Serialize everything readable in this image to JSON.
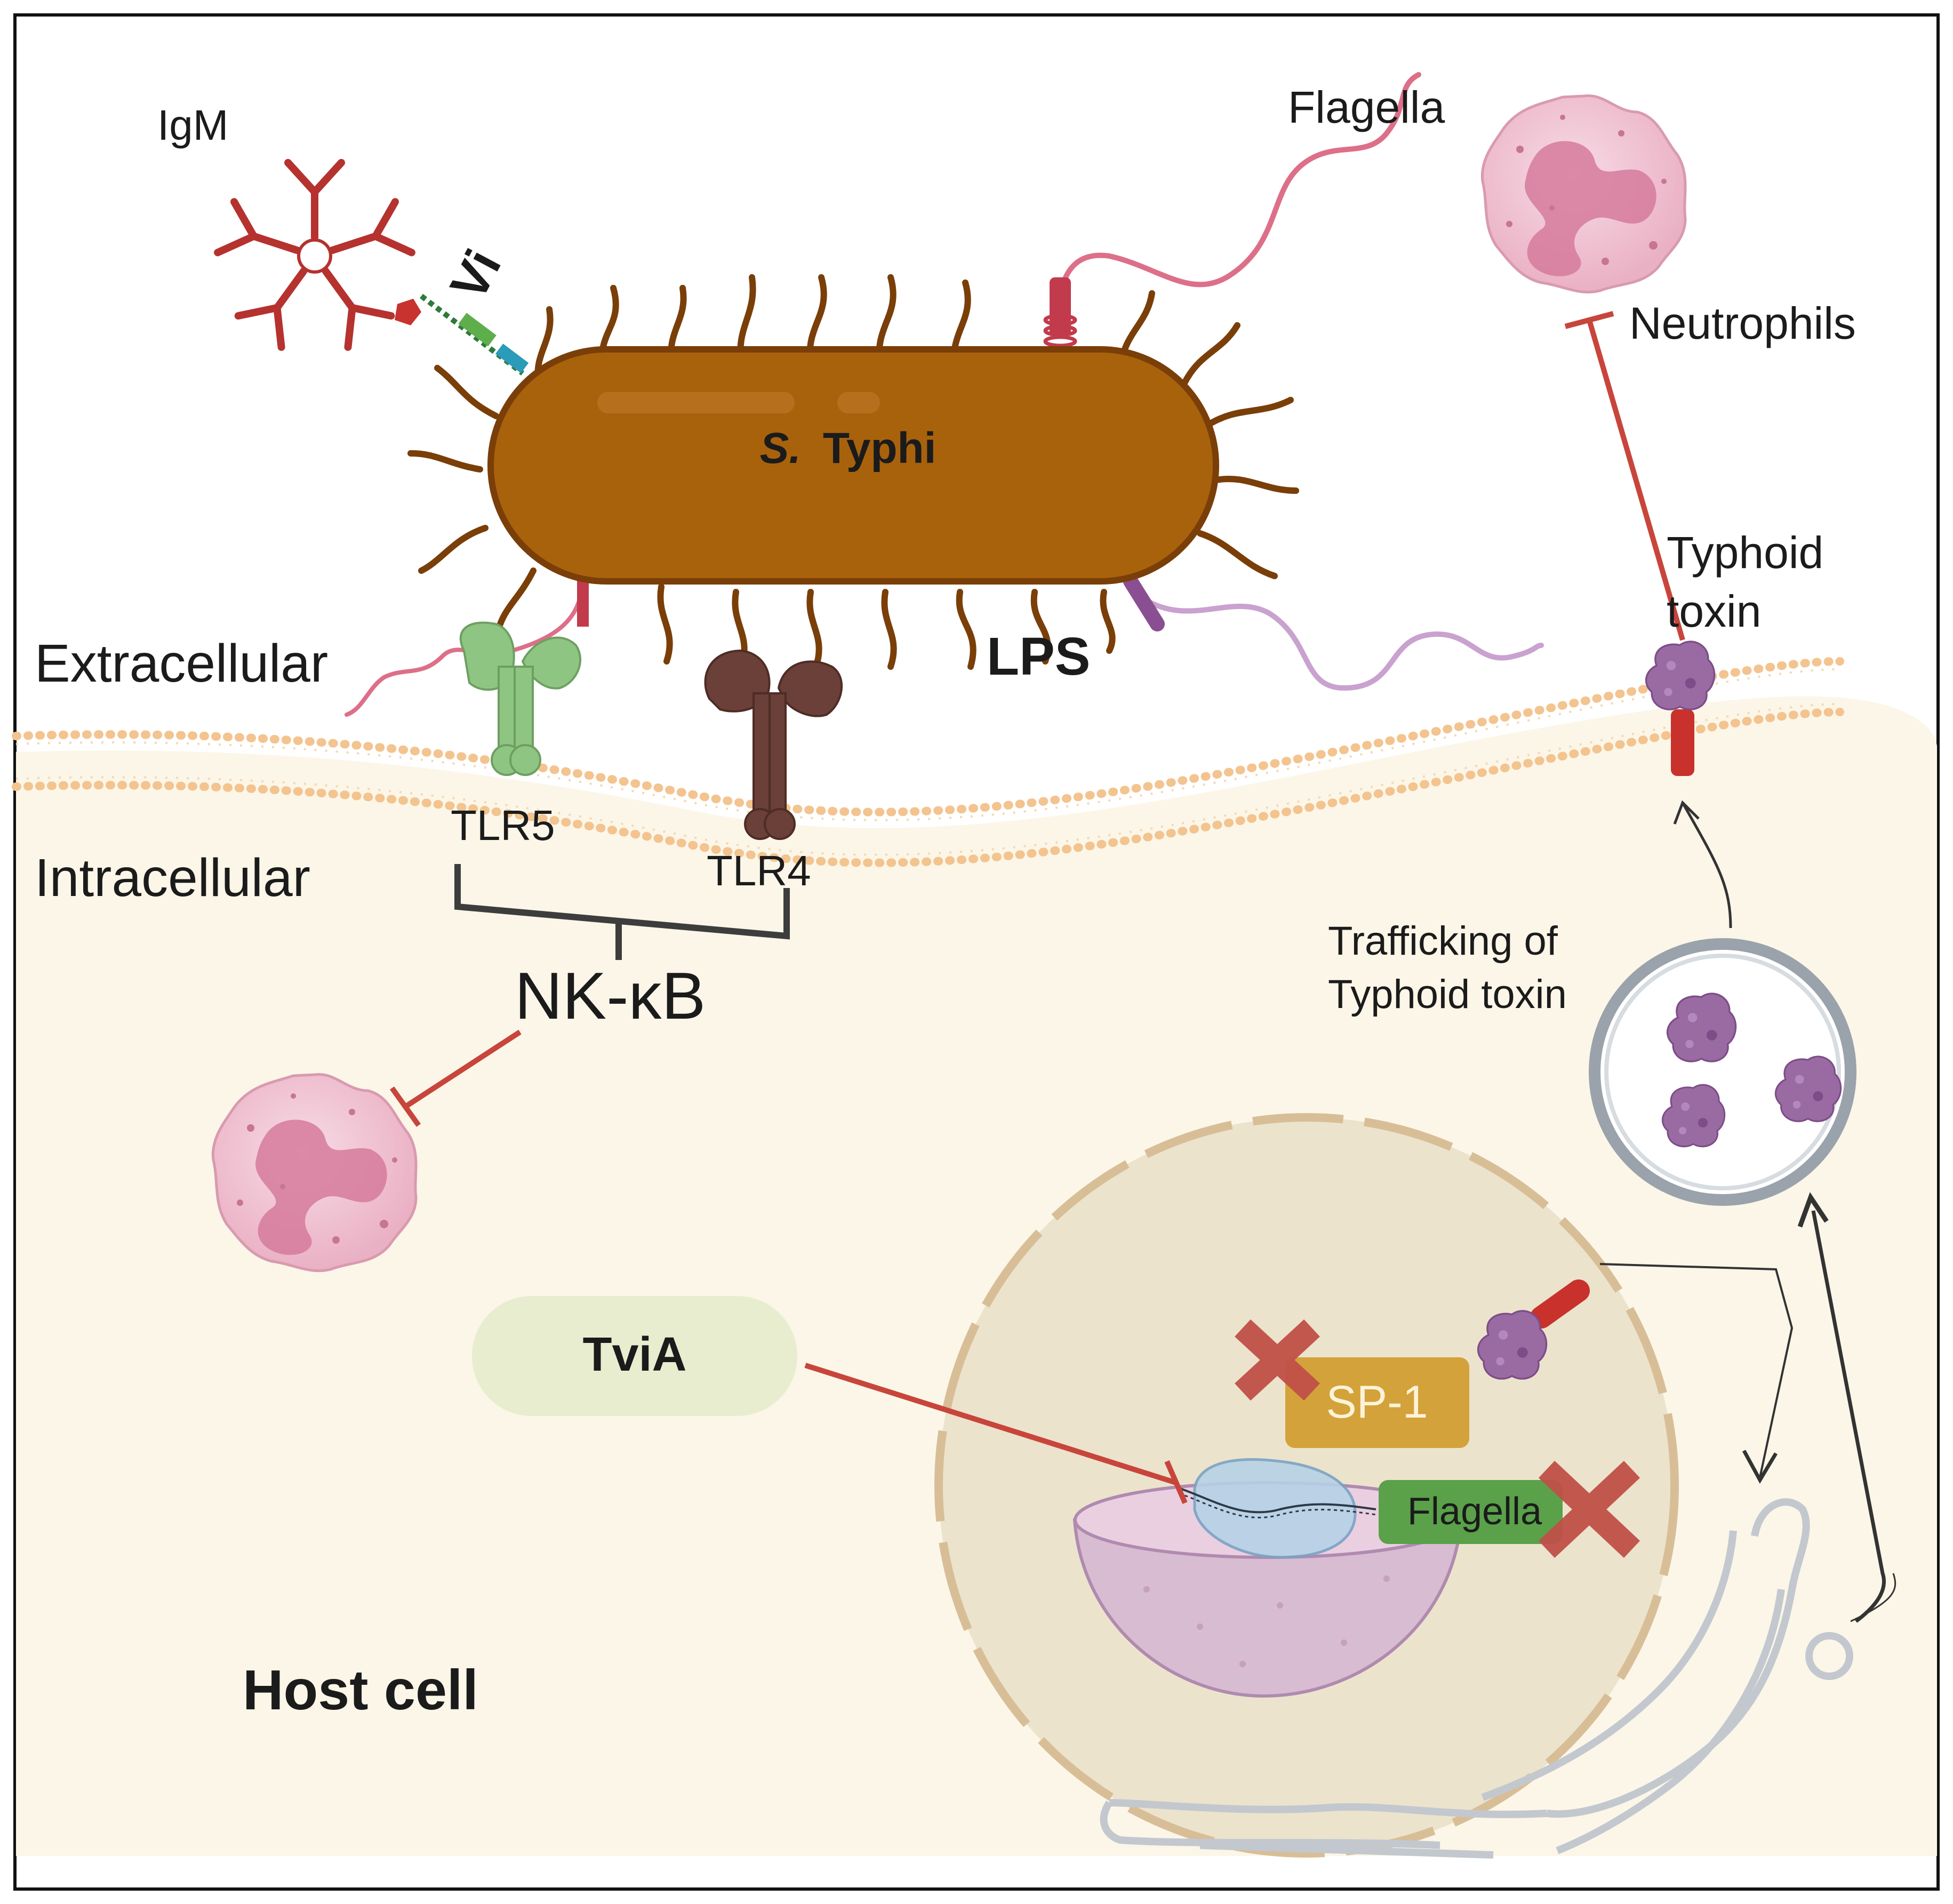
{
  "labels": {
    "igm": "IgM",
    "vi": "Vi",
    "bacterium": "S. Typhi",
    "bacterium_genus": "S.",
    "bacterium_species": "Typhi",
    "flagella_top": "Flagella",
    "neutrophils": "Neutrophils",
    "typhoid_toxin_line1": "Typhoid",
    "typhoid_toxin_line2": "toxin",
    "lps": "LPS",
    "extracellular": "Extracellular",
    "intracellular": "Intracellular",
    "tlr5": "TLR5",
    "tlr4": "TLR4",
    "nfkb": "NK-κB",
    "trafficking_line1": "Trafficking of",
    "trafficking_line2": "Typhoid toxin",
    "tvia": "TviA",
    "sp1": "SP-1",
    "flagella_gene": "Flagella",
    "host_cell": "Host cell"
  },
  "colors": {
    "bacterium_body": "#a9620c",
    "bacterium_edge": "#7a3e08",
    "inhibition": "#c8453c",
    "membrane": "#f3c48f",
    "cytoplasm": "#fbf6e8",
    "neutrophil": "#f0c3d3",
    "toxin": "#9a6aa3",
    "tvia_pill": "#e9edcf",
    "sp1_box": "#d4a23a",
    "flagella_box": "#5aa14a",
    "tlr5": "#8fc583",
    "tlr4": "#6a4038"
  }
}
